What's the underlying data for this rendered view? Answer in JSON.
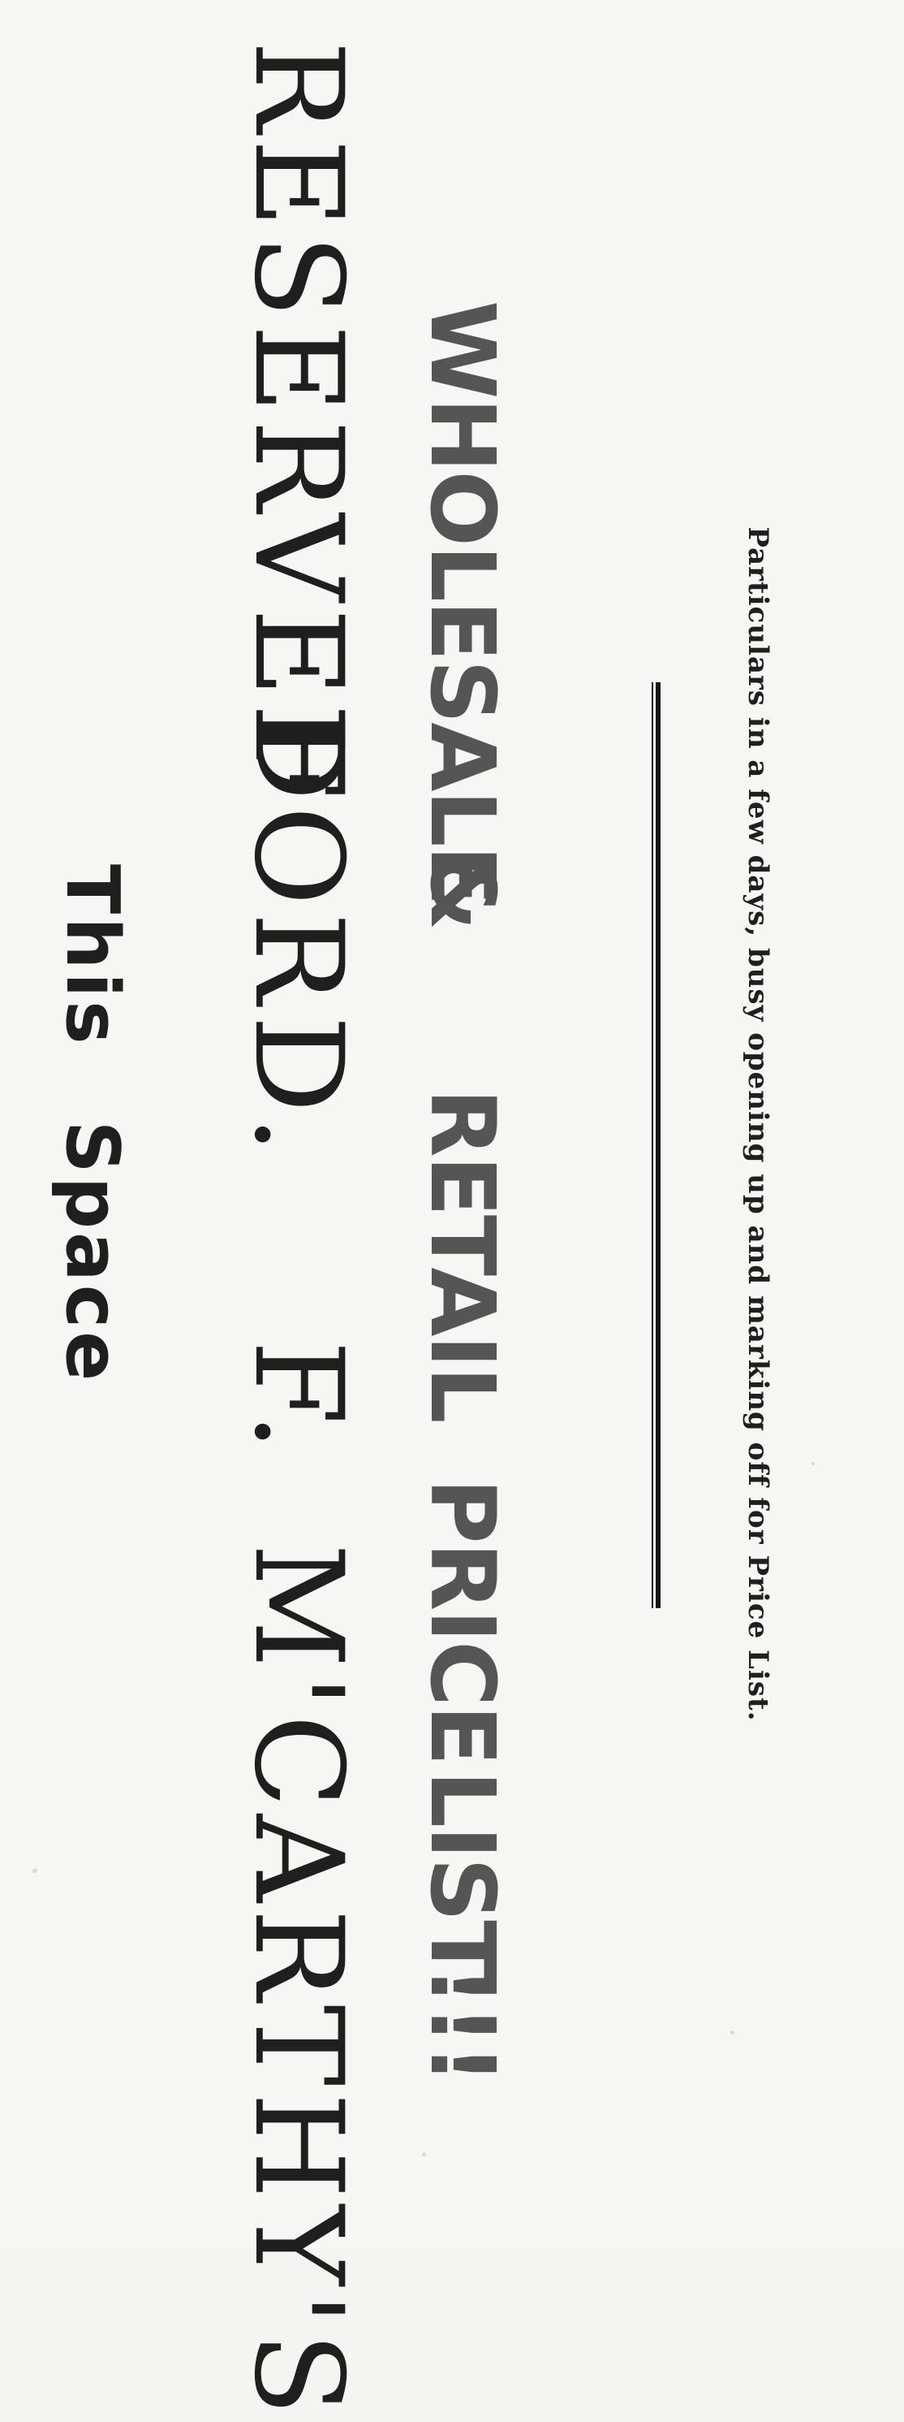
{
  "header": {
    "word1": "This",
    "word2": "Space"
  },
  "line2": {
    "words": [
      "RESERVED",
      "FOR",
      "D.",
      "F.",
      "M'CARTHY'S"
    ]
  },
  "line3": {
    "words": [
      "WHOLESALE",
      "&",
      "RETAIL",
      "PRICE",
      "LIST",
      "!!!"
    ]
  },
  "footer": {
    "text": "Particulars in a few days, busy opening up and marking off for Price List."
  }
}
